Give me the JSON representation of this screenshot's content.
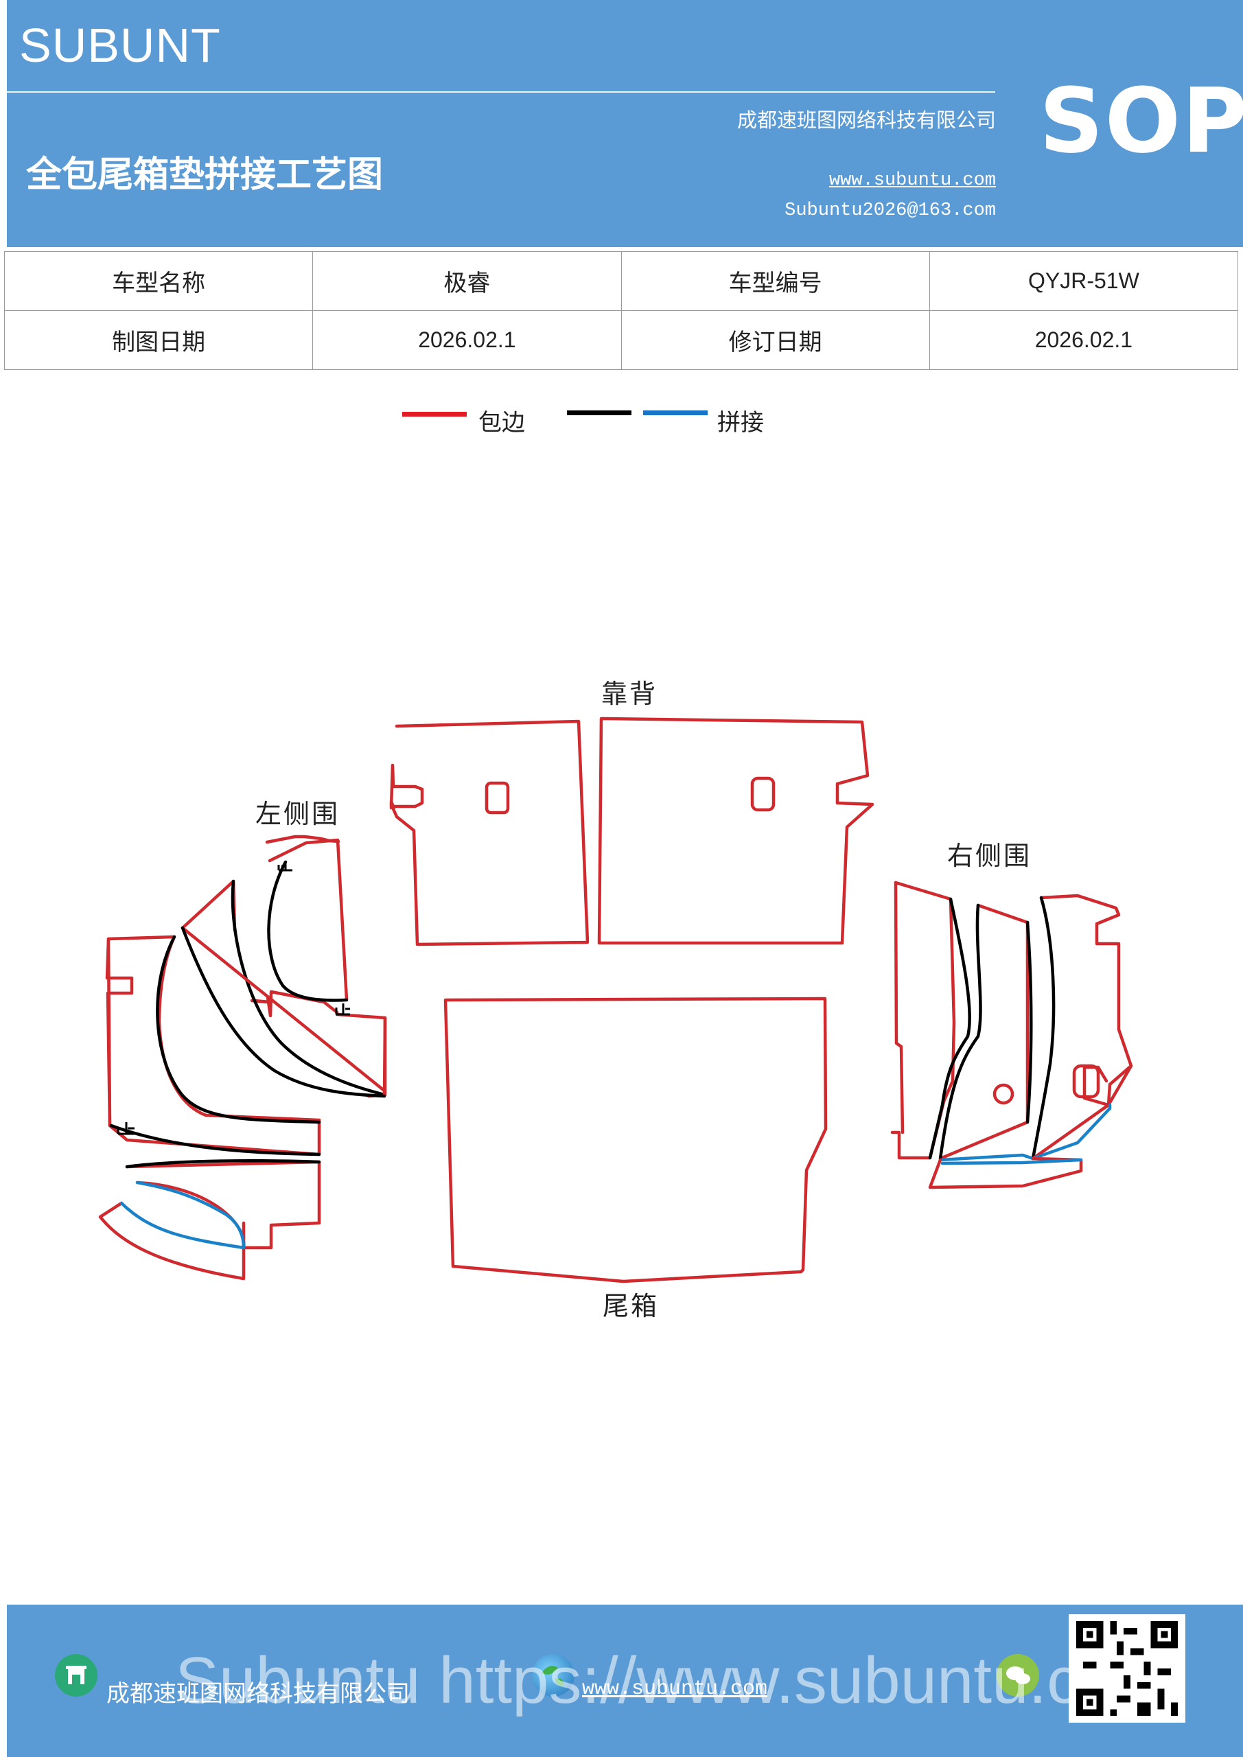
{
  "header": {
    "brand": "SUBUNT",
    "title": "全包尾箱垫拼接工艺图",
    "company": "成都速班图网络科技有限公司",
    "website": "www.subuntu.com",
    "email": "Subuntu2026@163.com",
    "badge": "SOP"
  },
  "info_table": {
    "rows": [
      [
        "车型名称",
        "极睿",
        "车型编号",
        "QYJR-51W"
      ],
      [
        "制图日期",
        "2026.02.1",
        "修订日期",
        "2026.02.1"
      ]
    ]
  },
  "legend": {
    "items": [
      {
        "label": "包边",
        "color": "#e31b23"
      },
      {
        "label": "拼接",
        "colors": [
          "#000000",
          "#1874c8"
        ]
      }
    ]
  },
  "diagram": {
    "labels": {
      "back": "靠背",
      "left": "左侧围",
      "right": "右侧围",
      "trunk": "尾箱",
      "stop": "止"
    },
    "colors": {
      "edge": "#d02a2f",
      "seam_black": "#000000",
      "seam_blue": "#1a82c9"
    }
  },
  "footer": {
    "company": "成都速班图网络科技有限公司",
    "website": "www.subuntu.com",
    "watermark": "Subuntu https://www.subuntu.com"
  }
}
